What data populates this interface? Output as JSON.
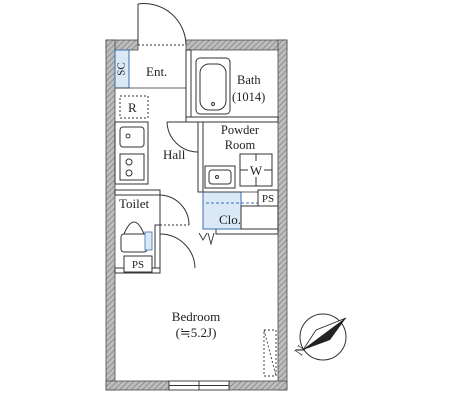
{
  "labels": {
    "sc": "SC",
    "ent": "Ent.",
    "bath_name": "Bath",
    "bath_size": "(1014)",
    "r": "R",
    "powder_line1": "Powder",
    "powder_line2": "Room",
    "hall": "Hall",
    "washer": "W",
    "toilet": "Toilet",
    "ps_upper": "PS",
    "closet": "Clo.",
    "ps_lower": "PS",
    "bedroom_name": "Bedroom",
    "bedroom_size": "(≒5.2J)",
    "north": "N"
  },
  "colors": {
    "wall": "#4a4a4a",
    "line": "#333333",
    "blue_fill": "#dbe9f7",
    "blue_stroke": "#3a6fb0",
    "gray_fill": "#e6e6e6",
    "wall_hatch": "#9a9a9a"
  },
  "icons": {
    "compass": "compass-north-icon",
    "bathtub": "bathtub-icon",
    "sink": "sink-icon",
    "stove": "stove-icon",
    "toilet": "toilet-icon",
    "fridge": "refrigerator-icon",
    "washer": "washing-machine-icon"
  }
}
